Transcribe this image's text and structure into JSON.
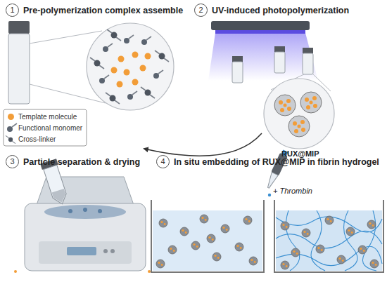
{
  "diagram": {
    "nodes": [
      {
        "text": [
          "1",
          "Pre-polymerization complex assemble"
        ]
      },
      {
        "text": [
          "2",
          "UV-induced photopolymerization"
        ]
      },
      {
        "text": [
          "3",
          "Particle separation & drying"
        ]
      },
      {
        "text": [
          "4",
          "In situ embedding of RUX@MIP in fibrin hydrogel"
        ]
      }
    ],
    "labels": [
      "RUX@MIP",
      "+ Thrombin"
    ],
    "legend": [
      {
        "text": "Template molecule",
        "color": "#f29d38"
      },
      {
        "text": "Functional monomer"
      },
      {
        "text": "Cross-linker"
      }
    ]
  }
}
